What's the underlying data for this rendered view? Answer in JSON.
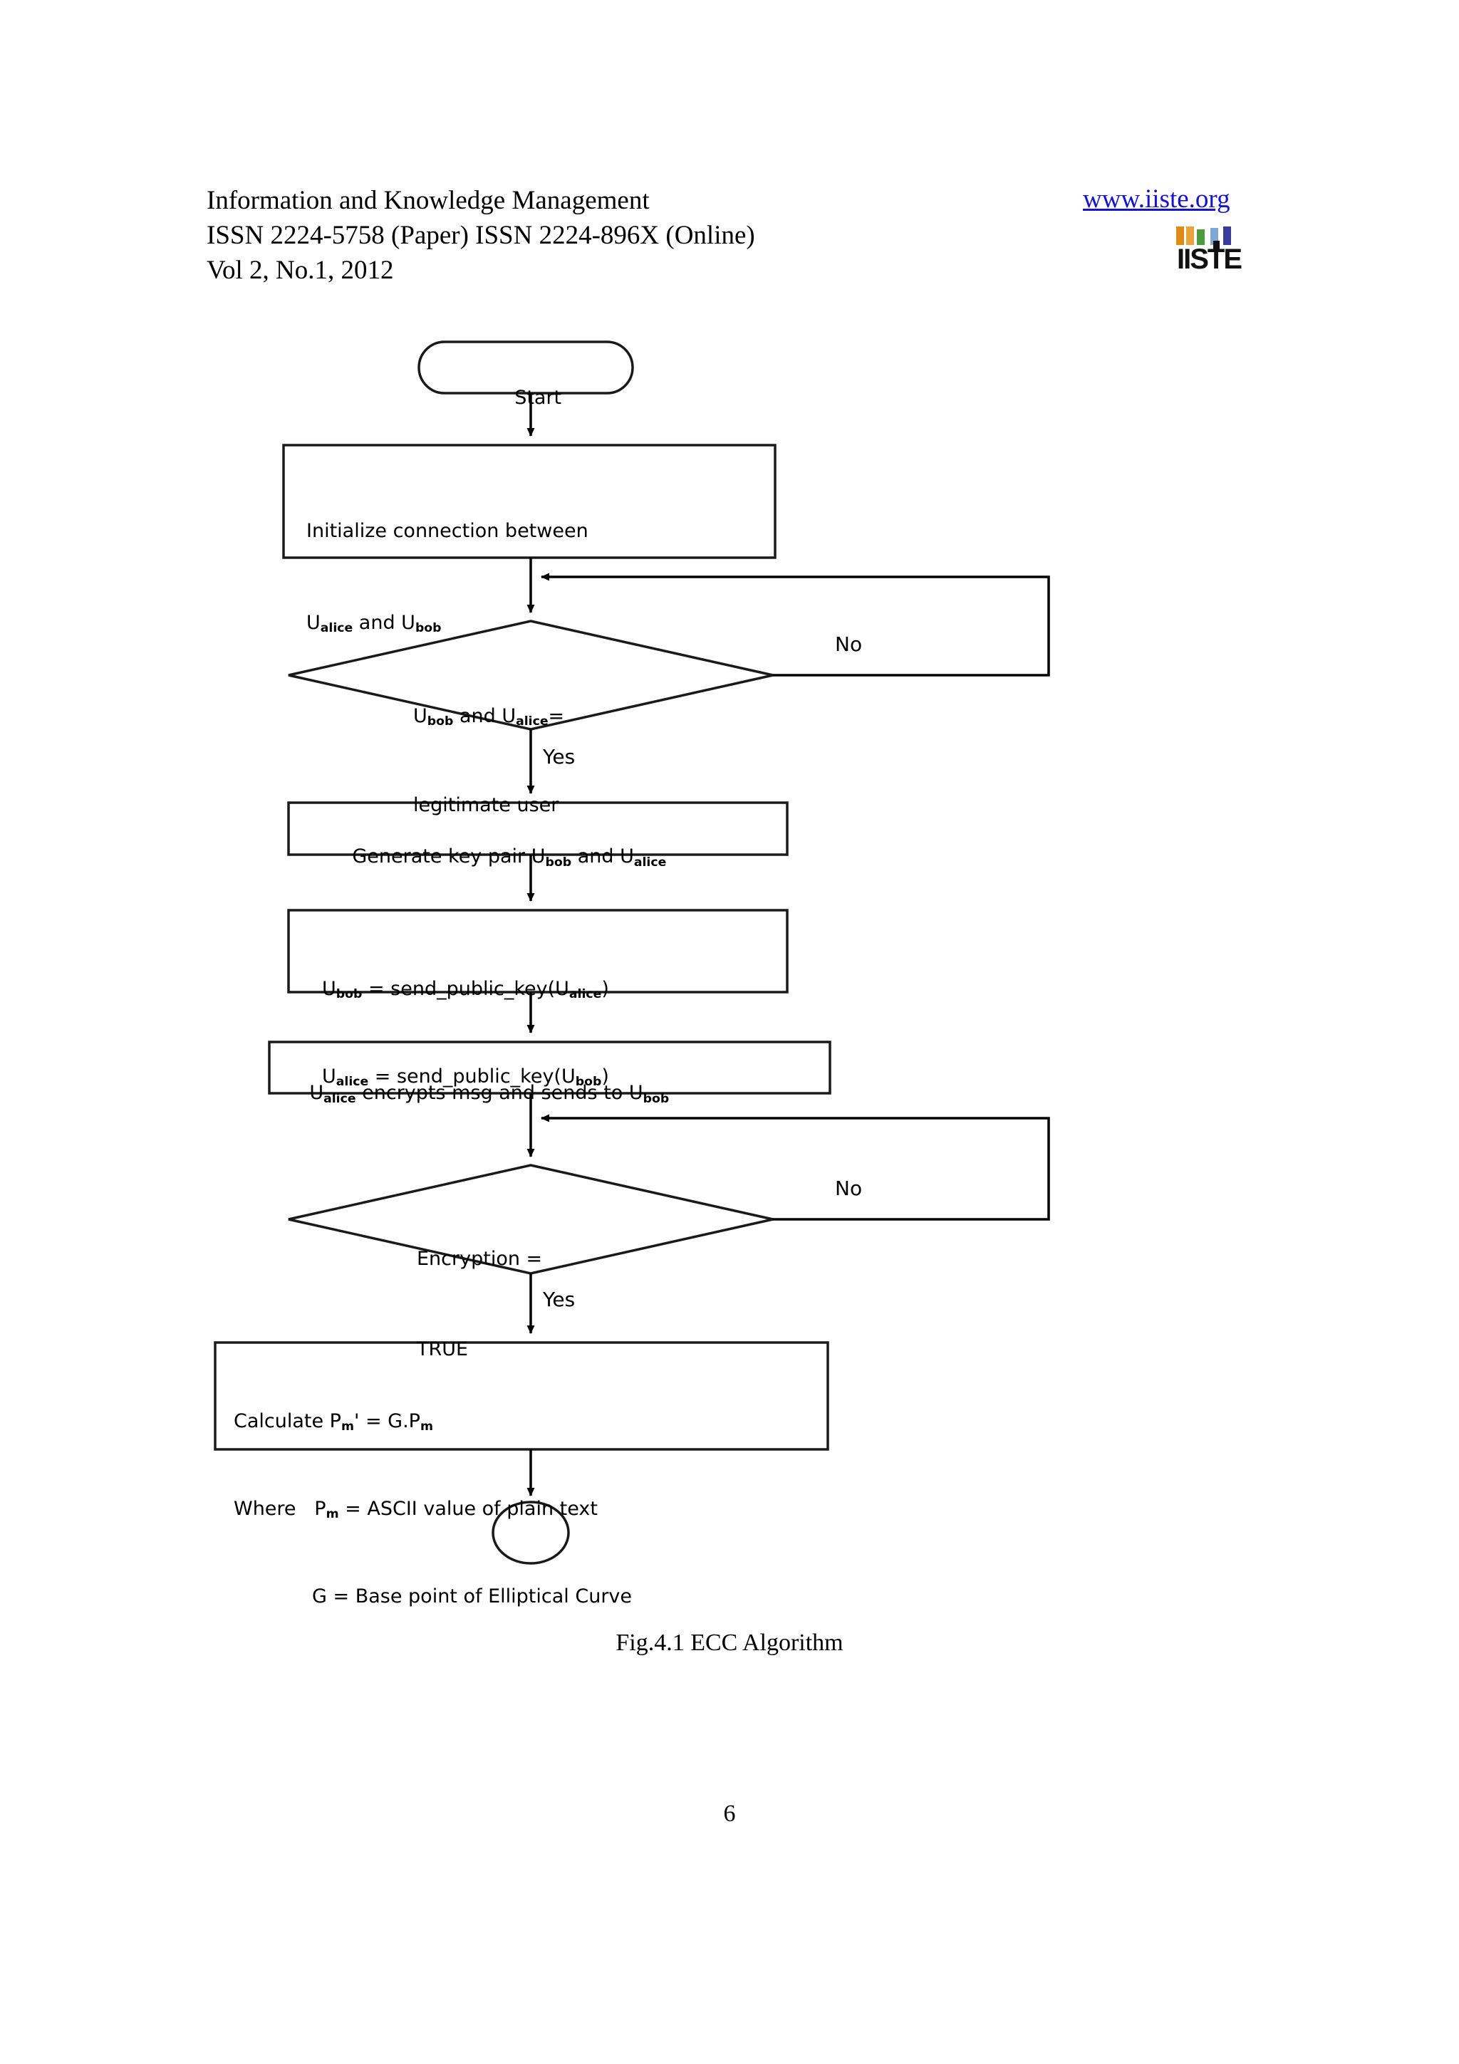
{
  "header": {
    "journal_title": "Information and Knowledge Management",
    "issn_line": "ISSN 2224-5758 (Paper) ISSN 2224-896X (Online)",
    "volume_line": "Vol 2, No.1, 2012",
    "site_url": "www.iiste.org",
    "link_color": "#1414cc",
    "logo": {
      "wordmark": "IISTE",
      "bar_colors": [
        "#e08a14",
        "#e8a33a",
        "#4a9c3c",
        "#7fa8d6",
        "#3a3a9c"
      ]
    }
  },
  "figure": {
    "caption": "Fig.4.1 ECC Algorithm",
    "nodes": {
      "start": {
        "type": "terminator",
        "label": "Start"
      },
      "init": {
        "type": "process",
        "line1_pre": "Initialize connection between",
        "line2_a": "U",
        "line2_a_sub": "alice",
        "line2_mid": " and U",
        "line2_b_sub": "bob"
      },
      "decision_legit": {
        "type": "decision",
        "l1_a": "U",
        "l1_a_sub": "bob",
        "l1_mid": " and U",
        "l1_b_sub": "alice",
        "l1_end": "=",
        "l2": "legitimate user"
      },
      "genkey": {
        "type": "process",
        "pre": "Generate key pair U",
        "sub1": "bob",
        "mid": " and U",
        "sub2": "alice"
      },
      "sendkeys": {
        "type": "process",
        "r1_a": "U",
        "r1_a_sub": "bob",
        "r1_mid": " = send_public_key(U",
        "r1_b_sub": "alice",
        "r1_end": ")",
        "r2_a": "U",
        "r2_a_sub": "alice",
        "r2_mid": " = send_public_key(U",
        "r2_b_sub": "bob",
        "r2_end": ")"
      },
      "encrypt": {
        "type": "process",
        "pre": "U",
        "sub1": "alice",
        "mid": " encrypts msg and sends to U",
        "sub2": "bob"
      },
      "decision_enc": {
        "type": "decision",
        "l1": "Encryption =",
        "l2": "TRUE"
      },
      "calculate": {
        "type": "process",
        "l1_pre": "Calculate P",
        "l1_sub": "m",
        "l1_post": "' = G.P",
        "l1_sub2": "m",
        "l2_pre": "Where   P",
        "l2_sub": "m",
        "l2_post": " = ASCII value of plain text",
        "l3": "G = Base point of Elliptical Curve"
      },
      "end": {
        "type": "terminator",
        "label": ""
      }
    },
    "edge_labels": {
      "no_1": "No",
      "yes_1": "Yes",
      "no_2": "No",
      "yes_2": "Yes"
    }
  },
  "footer": {
    "page_number": "6"
  }
}
